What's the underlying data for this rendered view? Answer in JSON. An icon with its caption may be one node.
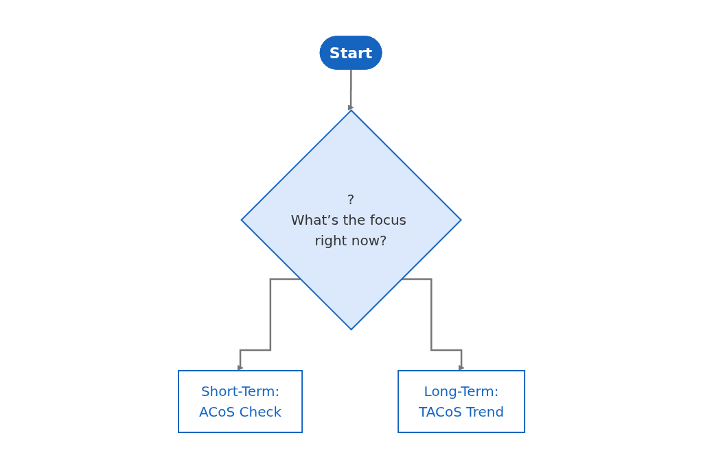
{
  "diagram": {
    "nodes": [
      {
        "text": [
          "Start"
        ]
      },
      {
        "text": [
          "?",
          "What’s the focus right now?"
        ]
      },
      {
        "text": [
          "Short-Term:",
          "ACoS Check"
        ]
      },
      {
        "text": [
          "Long-Term:",
          "TACoS Trend"
        ]
      }
    ],
    "edges": [
      {
        "from": 0,
        "to": 1,
        "arrow": "to"
      },
      {
        "from": 1,
        "to": 2,
        "arrow": "to"
      },
      {
        "from": 1,
        "to": 3,
        "arrow": "to"
      }
    ]
  }
}
